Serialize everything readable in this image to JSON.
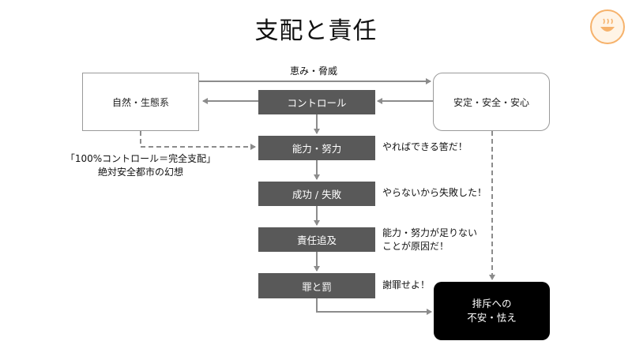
{
  "title": "支配と責任",
  "nodes": {
    "nature": "自然・生態系",
    "control": "コントロール",
    "safety": "安定・安全・安心",
    "ability": "能力・努力",
    "success": "成功 / 失敗",
    "blame": "責任追及",
    "punish": "罪と罰",
    "fear_line1": "排斥への",
    "fear_line2": "不安・怯え"
  },
  "annotations": {
    "blessing": "恵み・脅威",
    "illusion_line1": "「100%コントロール＝完全支配」",
    "illusion_line2": "絶対安全都市の幻想",
    "should": "やればできる筈だ！",
    "failed": "やらないから失敗した！",
    "lack_line1": "能力・努力が足りない",
    "lack_line2": "ことが原因だ！",
    "apologize": "謝罪せよ！"
  },
  "colors": {
    "arrow": "#8c8c8c",
    "dark_box": "#595959",
    "black_box": "#000000",
    "logo_accent": "#f6b26b"
  }
}
